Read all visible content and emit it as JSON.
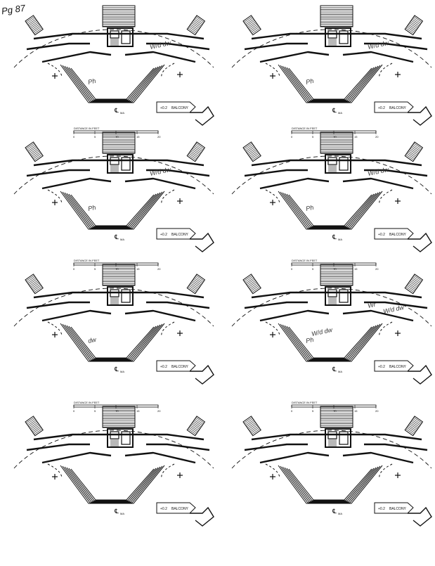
{
  "page": {
    "label": "Pg 87"
  },
  "scale_bar": {
    "title": "DISTANCE IN FEET",
    "ticks": [
      "0",
      "5",
      "10",
      "15",
      "20"
    ]
  },
  "labels": {
    "balcony": "BALCONY",
    "level": "+0.2",
    "centerline": "℄",
    "centerline_sub": "MA"
  },
  "panels": [
    {
      "id": "plan-1",
      "annotations": [
        "Ph",
        "W/d dw"
      ]
    },
    {
      "id": "plan-2",
      "annotations": [
        "Ph",
        "W/d dw"
      ]
    },
    {
      "id": "plan-3",
      "annotations": [
        "Ph",
        "W/d dw"
      ]
    },
    {
      "id": "plan-4",
      "annotations": [
        "Ph",
        "W/d dw"
      ]
    },
    {
      "id": "plan-5",
      "annotations": [
        "dw"
      ]
    },
    {
      "id": "plan-6",
      "annotations": [
        "Ph",
        "Wr",
        "W/d dw",
        "W/d dw"
      ]
    },
    {
      "id": "plan-7",
      "annotations": []
    },
    {
      "id": "plan-8",
      "annotations": []
    }
  ],
  "colors": {
    "ink": "#111111",
    "pencil": "#333333",
    "paper": "#ffffff"
  }
}
